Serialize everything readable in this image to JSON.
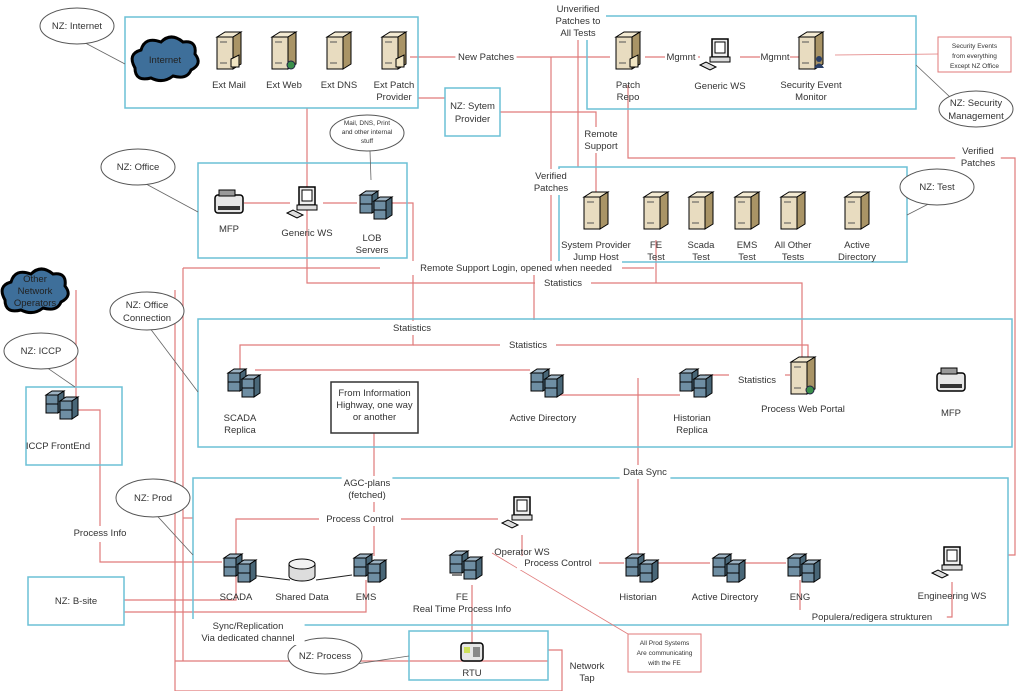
{
  "colors": {
    "zone": "#6cc0d6",
    "link": "#e07a7a",
    "callout_box": "#e07a7a",
    "leader": "#666666"
  },
  "zones": [
    {
      "id": "internet",
      "tag": "NZ: Internet"
    },
    {
      "id": "security",
      "tag": "NZ: Security Management"
    },
    {
      "id": "sysprov",
      "tag": "NZ: Sytem Provider"
    },
    {
      "id": "office",
      "tag": "NZ: Office"
    },
    {
      "id": "test",
      "tag": "NZ: Test"
    },
    {
      "id": "officeconn",
      "tag": "NZ: Office Connection"
    },
    {
      "id": "iccp",
      "tag": "NZ: ICCP"
    },
    {
      "id": "prod",
      "tag": "NZ: Prod"
    },
    {
      "id": "bsite",
      "tag": "NZ: B-site"
    },
    {
      "id": "process",
      "tag": "NZ: Process"
    }
  ],
  "devices": [
    {
      "id": "internet-cloud",
      "type": "cloud",
      "label": "Internet"
    },
    {
      "id": "ext-mail",
      "type": "mailserver",
      "label": "Ext Mail"
    },
    {
      "id": "ext-web",
      "type": "webserver",
      "label": "Ext Web"
    },
    {
      "id": "ext-dns",
      "type": "server",
      "label": "Ext DNS"
    },
    {
      "id": "ext-patch",
      "type": "mailserver",
      "label": "Ext Patch Provider"
    },
    {
      "id": "patch-repo",
      "type": "mailserver",
      "label": "Patch Repo"
    },
    {
      "id": "sec-ws",
      "type": "workstation",
      "label": "Generic WS"
    },
    {
      "id": "sec-monitor",
      "type": "userserver",
      "label": "Security Event Monitor"
    },
    {
      "id": "office-mfp",
      "type": "printer",
      "label": "MFP"
    },
    {
      "id": "office-ws",
      "type": "workstation",
      "label": "Generic WS"
    },
    {
      "id": "lob",
      "type": "rack",
      "label": "LOB Servers"
    },
    {
      "id": "jump",
      "type": "server",
      "label": "System Provider Jump Host"
    },
    {
      "id": "fe-test",
      "type": "server",
      "label": "FE Test"
    },
    {
      "id": "scada-test",
      "type": "server",
      "label": "Scada Test"
    },
    {
      "id": "ems-test",
      "type": "server",
      "label": "EMS Test"
    },
    {
      "id": "other-tests",
      "type": "server",
      "label": "All Other Tests"
    },
    {
      "id": "test-ad",
      "type": "server",
      "label": "Active Directory"
    },
    {
      "id": "other-net",
      "type": "cloud",
      "label": "Other Network Operators"
    },
    {
      "id": "iccp-fe",
      "type": "rack",
      "label": "ICCP FrontEnd"
    },
    {
      "id": "scada-replica",
      "type": "rack",
      "label": "SCADA Replica"
    },
    {
      "id": "oc-ad",
      "type": "rack",
      "label": "Active Directory"
    },
    {
      "id": "hist-replica",
      "type": "rack",
      "label": "Historian Replica"
    },
    {
      "id": "web-portal",
      "type": "webserver",
      "label": "Process Web Portal"
    },
    {
      "id": "oc-mfp",
      "type": "printer",
      "label": "MFP"
    },
    {
      "id": "scada",
      "type": "rack",
      "label": "SCADA"
    },
    {
      "id": "shared",
      "type": "database",
      "label": "Shared Data"
    },
    {
      "id": "ems",
      "type": "rack",
      "label": "EMS"
    },
    {
      "id": "fe",
      "type": "rack",
      "label": "FE Real Time Process Info"
    },
    {
      "id": "op-ws",
      "type": "workstation",
      "label": "Operator WS"
    },
    {
      "id": "historian",
      "type": "rack",
      "label": "Historian"
    },
    {
      "id": "prod-ad",
      "type": "rack",
      "label": "Active Directory"
    },
    {
      "id": "eng",
      "type": "rack",
      "label": "ENG"
    },
    {
      "id": "eng-ws",
      "type": "workstation",
      "label": "Engineering WS"
    },
    {
      "id": "rtu",
      "type": "rtu",
      "label": "RTU"
    }
  ],
  "callouts": [
    {
      "id": "lob-note",
      "style": "ellipse",
      "text": "Mail, DNS, Print and other internal stuff"
    },
    {
      "id": "sec-events",
      "style": "box",
      "text": "Security Events from everything Except NZ Office"
    },
    {
      "id": "fe-note",
      "style": "box",
      "text": "All Prod Systems Are communicating with the FE"
    },
    {
      "id": "info-highway",
      "style": "plainbox",
      "text": "From Information Highway, one way or another"
    }
  ],
  "link_labels": [
    {
      "id": "new-patches",
      "text": "New Patches"
    },
    {
      "id": "mgmnt1",
      "text": "Mgmnt"
    },
    {
      "id": "mgmnt2",
      "text": "Mgmnt"
    },
    {
      "id": "unverified",
      "text": "Unverified Patches to All Tests"
    },
    {
      "id": "remote-support",
      "text": "Remote Support"
    },
    {
      "id": "verified1",
      "text": "Verified Patches"
    },
    {
      "id": "verified2",
      "text": "Verified Patches"
    },
    {
      "id": "remote-login",
      "text": "Remote Support Login, opened when needed"
    },
    {
      "id": "stats1",
      "text": "Statistics"
    },
    {
      "id": "stats2",
      "text": "Statistics"
    },
    {
      "id": "stats3",
      "text": "Statistics"
    },
    {
      "id": "stats4",
      "text": "Statistics"
    },
    {
      "id": "data-sync",
      "text": "Data Sync"
    },
    {
      "id": "agc",
      "text": "AGC-plans (fetched)"
    },
    {
      "id": "pc1",
      "text": "Process Control"
    },
    {
      "id": "pc2",
      "text": "Process Control"
    },
    {
      "id": "process-info",
      "text": "Process Info"
    },
    {
      "id": "sync",
      "text": "Sync/Replication Via dedicated channel"
    },
    {
      "id": "populera",
      "text": "Populera/redigera strukturen"
    },
    {
      "id": "tap",
      "text": "Network Tap"
    }
  ]
}
